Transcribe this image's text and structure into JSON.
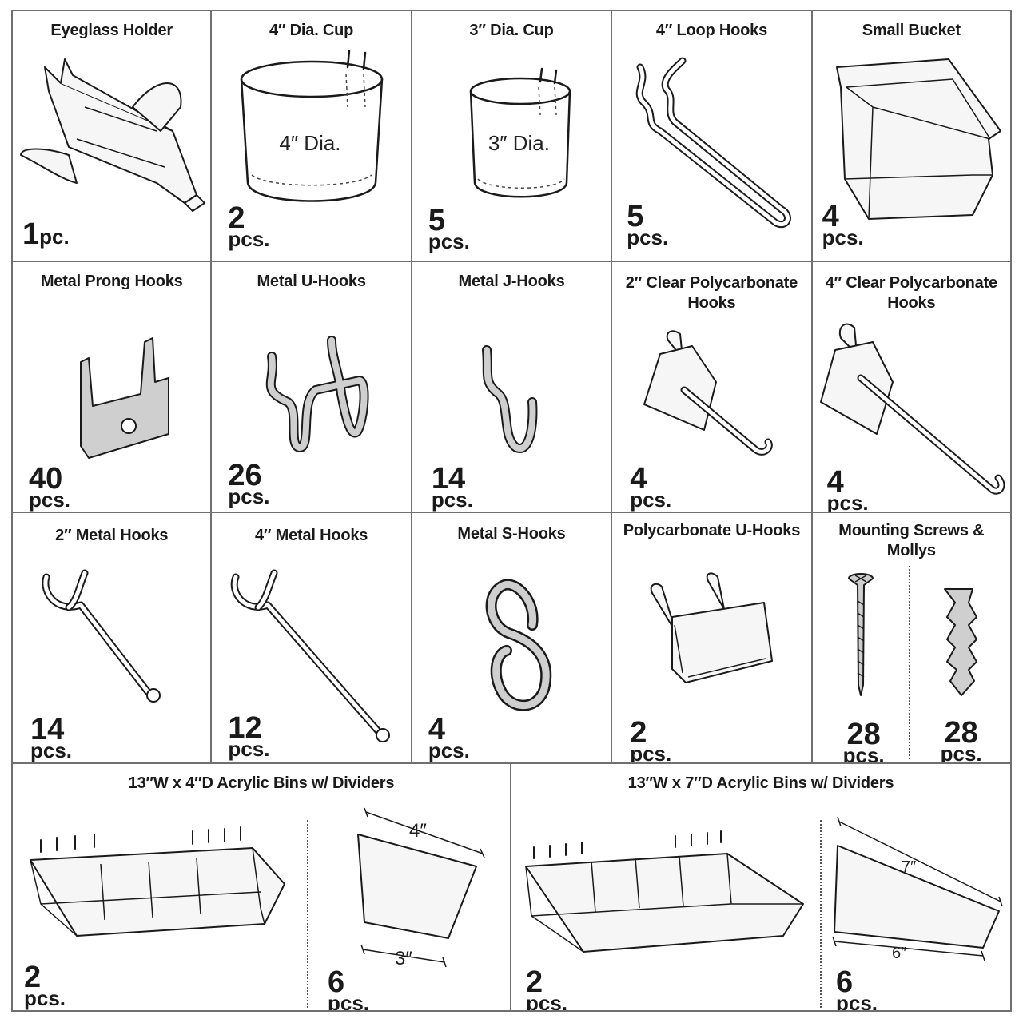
{
  "items": [
    {
      "title": "Eyeglass Holder",
      "qty": "1",
      "unit": "pc."
    },
    {
      "title": "4″ Dia. Cup",
      "qty": "2",
      "unit": "pcs.",
      "label": "4″ Dia."
    },
    {
      "title": "3″ Dia. Cup",
      "qty": "5",
      "unit": "pcs.",
      "label": "3″ Dia."
    },
    {
      "title": "4″ Loop Hooks",
      "qty": "5",
      "unit": "pcs."
    },
    {
      "title": "Small Bucket",
      "qty": "4",
      "unit": "pcs."
    },
    {
      "title": "Metal Prong Hooks",
      "qty": "40",
      "unit": "pcs."
    },
    {
      "title": "Metal U-Hooks",
      "qty": "26",
      "unit": "pcs."
    },
    {
      "title": "Metal J-Hooks",
      "qty": "14",
      "unit": "pcs."
    },
    {
      "title": "2″ Clear Polycarbonate Hooks",
      "qty": "4",
      "unit": "pcs."
    },
    {
      "title": "4″ Clear Polycarbonate Hooks",
      "qty": "4",
      "unit": "pcs."
    },
    {
      "title": "2″ Metal Hooks",
      "qty": "14",
      "unit": "pcs."
    },
    {
      "title": "4″ Metal Hooks",
      "qty": "12",
      "unit": "pcs."
    },
    {
      "title": "Metal S-Hooks",
      "qty": "4",
      "unit": "pcs."
    },
    {
      "title": "Polycarbonate U-Hooks",
      "qty": "2",
      "unit": "pcs."
    },
    {
      "title": "Mounting Screws & Mollys",
      "qty": "28",
      "unit": "pcs.",
      "qty2": "28",
      "unit2": "pcs."
    }
  ],
  "bins": [
    {
      "title": "13″W x 4″D Acrylic Bins w/ Dividers",
      "bin_qty": "2",
      "bin_unit": "pcs.",
      "div_qty": "6",
      "div_unit": "pcs.",
      "dim_top": "4″",
      "dim_bottom": "3″"
    },
    {
      "title": "13″W x 7″D Acrylic Bins w/ Dividers",
      "bin_qty": "2",
      "bin_unit": "pcs.",
      "div_qty": "6",
      "div_unit": "pcs.",
      "dim_top": "7″",
      "dim_bottom": "6″"
    }
  ],
  "colors": {
    "border": "#707070",
    "metal": "#cfcfcf",
    "ink": "#1a1a1a"
  }
}
